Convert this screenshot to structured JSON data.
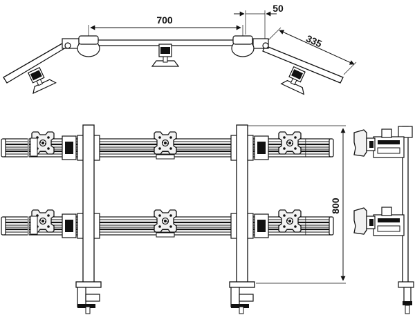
{
  "dimensions": {
    "bar_spacing": "700",
    "offset": "50",
    "wing_length": "335",
    "height": "800"
  },
  "colors": {
    "line": "#111111",
    "fill_light": "#e6e6e6",
    "background": "#ffffff"
  }
}
